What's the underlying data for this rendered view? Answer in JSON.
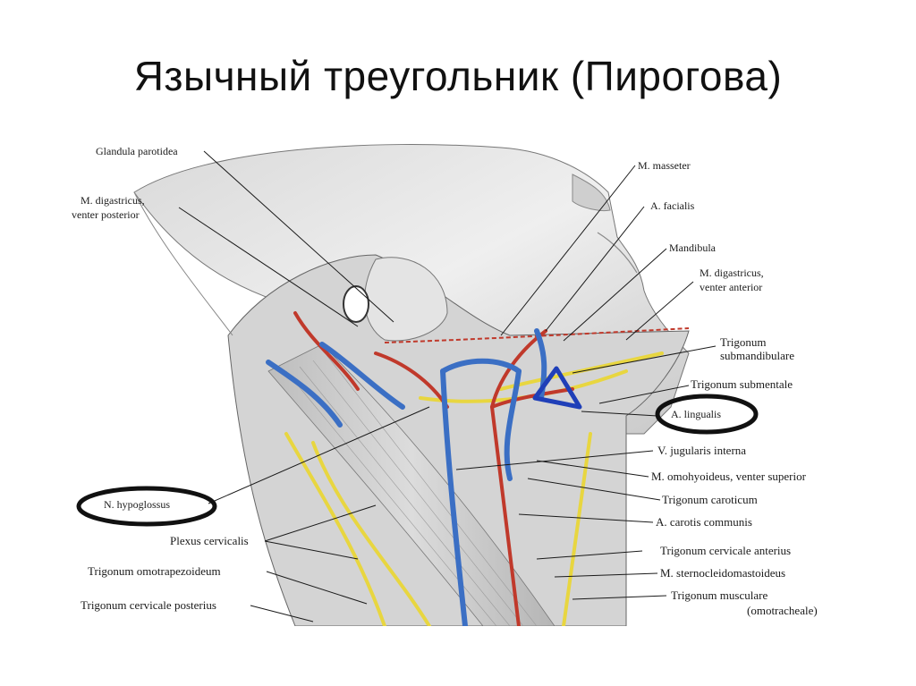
{
  "slide": {
    "title": "Язычный треугольник (Пирогова)"
  },
  "labels": {
    "glandula_parotidea": "Glandula parotidea",
    "digastricus_posterior_1": "M. digastricus,",
    "digastricus_posterior_2": "venter posterior",
    "masseter": "M. masseter",
    "facialis": "A. facialis",
    "mandibula": "Mandibula",
    "digastricus_anterior_1": "M. digastricus,",
    "digastricus_anterior_2": "venter anterior",
    "trigonum_submandibulare_1": "Trigonum",
    "trigonum_submandibulare_2": "submandibulare",
    "trigonum_submentale": "Trigonum submentale",
    "lingualis": "A. lingualis",
    "jugularis_interna": "V. jugularis interna",
    "omohyoideus": "M. omohyoideus,  venter superior",
    "trigonum_caroticum": "Trigonum caroticum",
    "carotis_communis": "A. carotis communis",
    "trigonum_cervicale_anterius": "Trigonum cervicale  anterius",
    "sternocleidomastoideus": "M. sternocleidomastoideus",
    "trigonum_musculare_1": "Trigonum musculare",
    "trigonum_musculare_2": "(omotracheale)",
    "hypoglossus": "N. hypoglossus",
    "plexus_cervicalis": "Plexus cervicalis",
    "trigonum_omotrapezoideum": "Trigonum omotrapezoideum",
    "trigonum_cervicale_posterius": "Trigonum cervicale posterius"
  },
  "colors": {
    "artery": "#c0392b",
    "vein": "#3b6fc4",
    "nerve": "#e8d640",
    "highlight_ring": "#111111",
    "triangle_marker": "#1f3fb8"
  }
}
